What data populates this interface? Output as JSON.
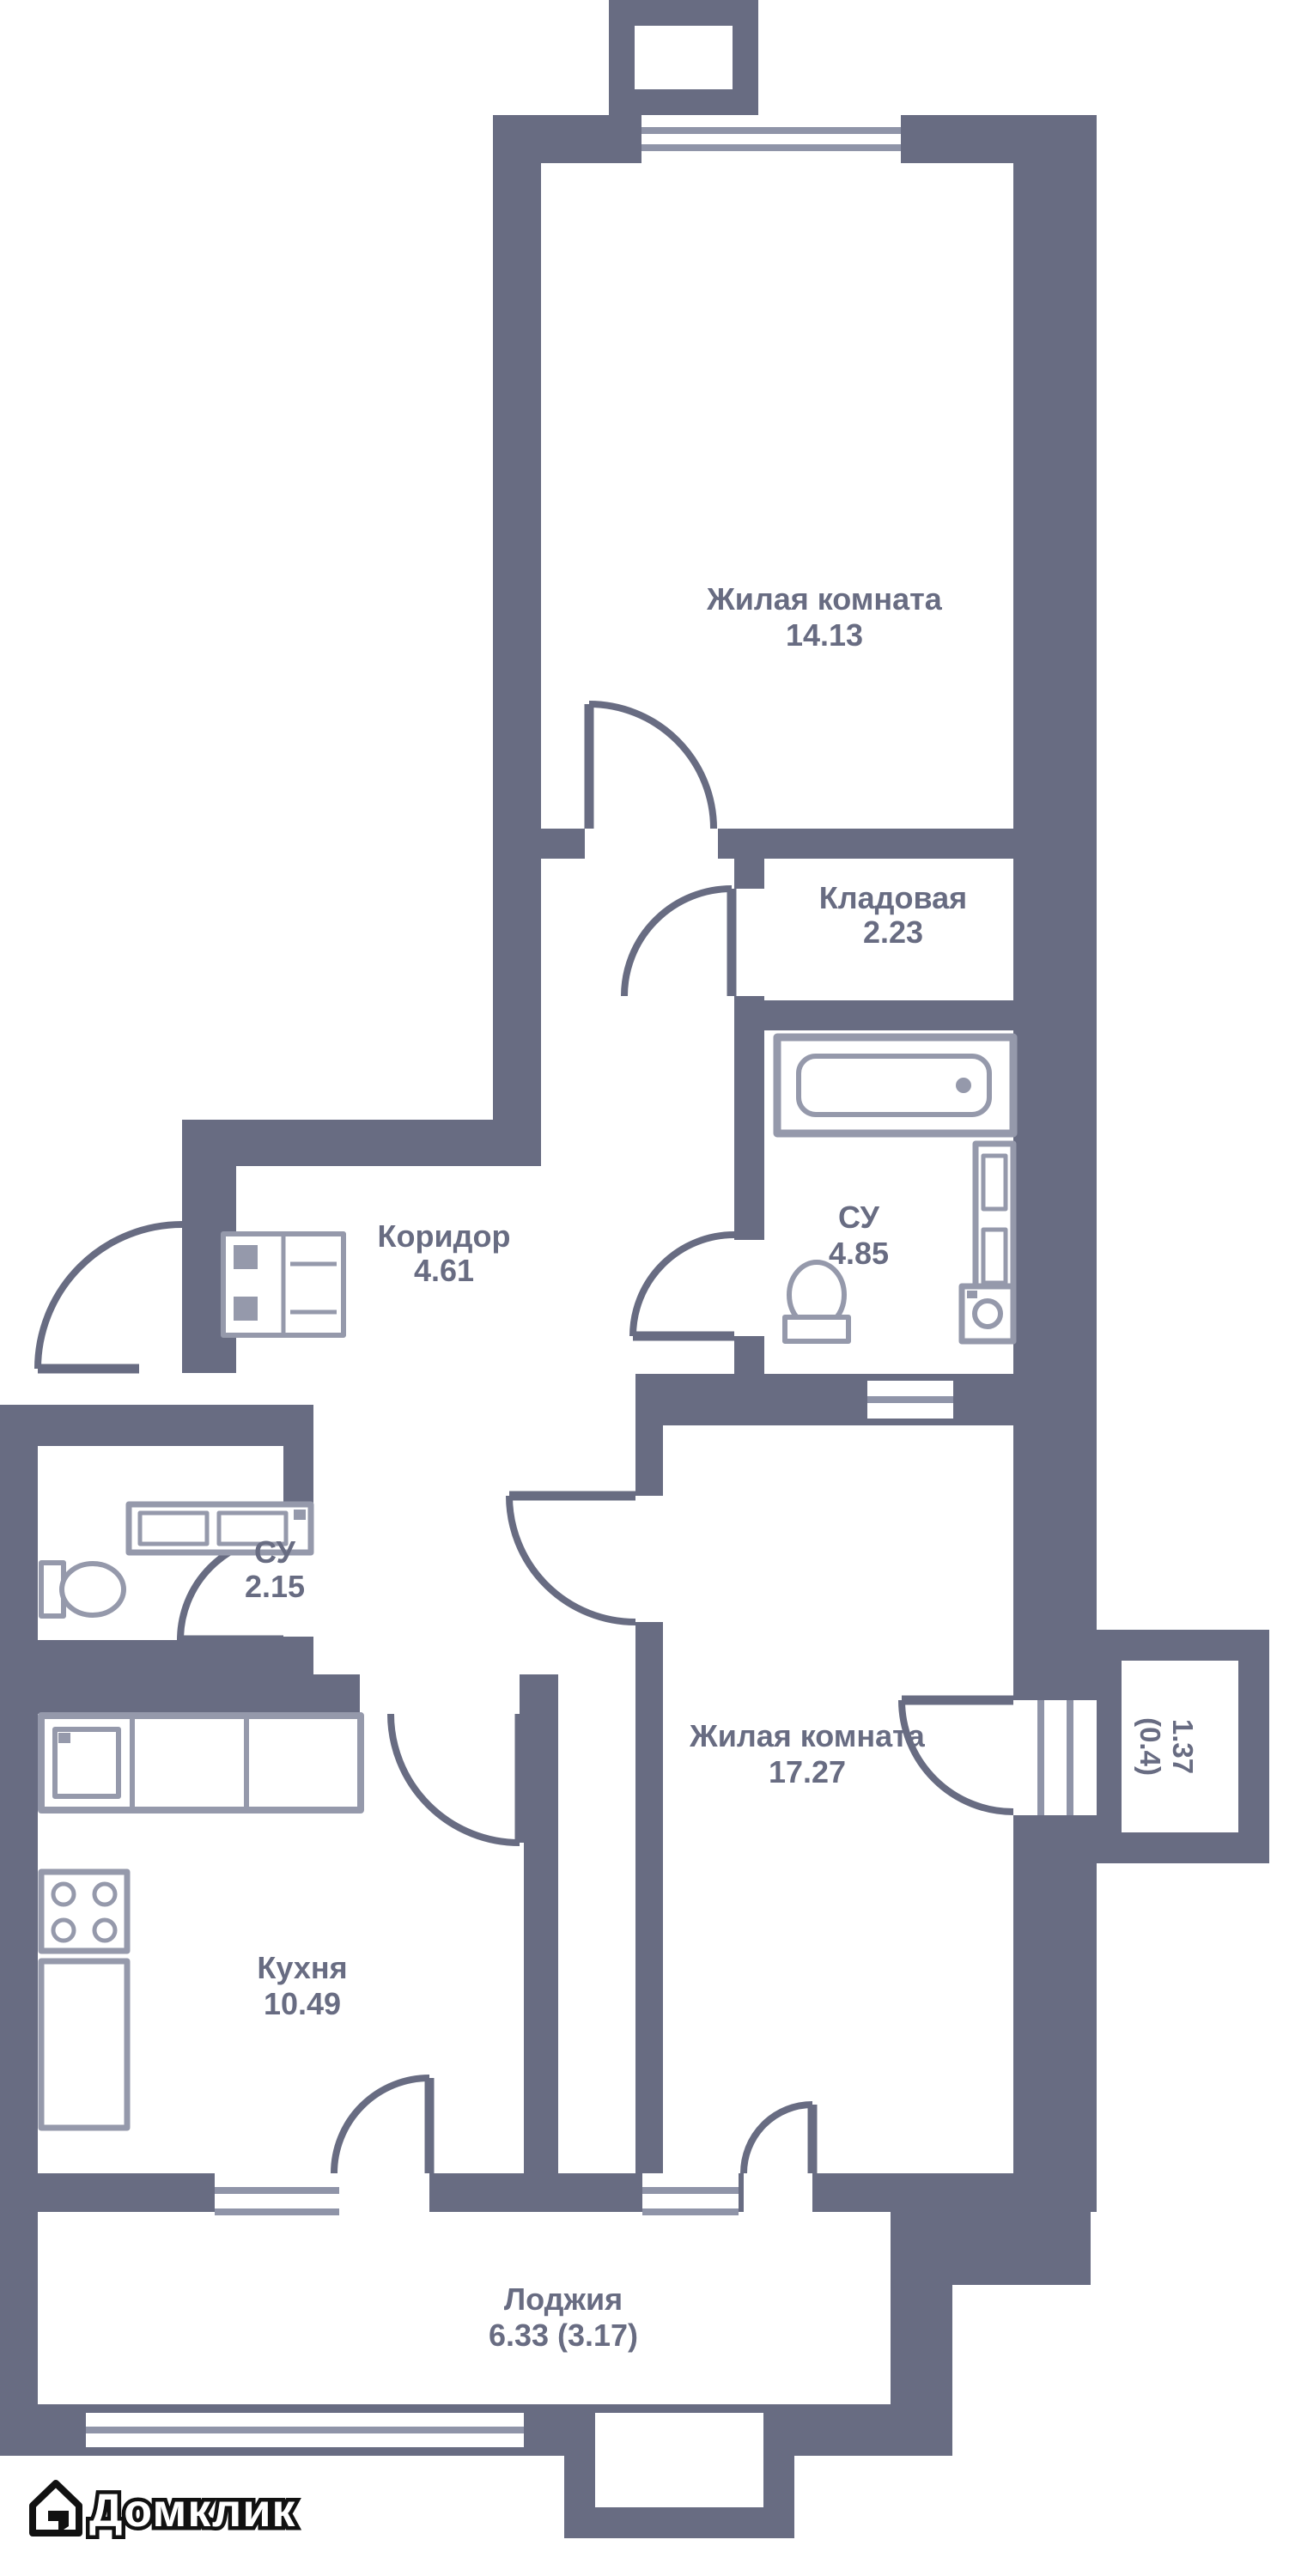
{
  "colors": {
    "wall": "#686c82",
    "fixture": "#9599ab",
    "text": "#686c82",
    "background": "#ffffff",
    "logo_fill": "#ffffff",
    "logo_outline": "#111111"
  },
  "rooms": {
    "bedroom": {
      "name": "Жилая комната",
      "area": "14.13"
    },
    "storage": {
      "name": "Кладовая",
      "area": "2.23"
    },
    "bathroom": {
      "name": "СУ",
      "area": "4.85"
    },
    "corridor": {
      "name": "Коридор",
      "area": "4.61"
    },
    "wc": {
      "name": "СУ",
      "area": "2.15"
    },
    "living": {
      "name": "Жилая комната",
      "area": "17.27"
    },
    "kitchen": {
      "name": "Кухня",
      "area": "10.49"
    },
    "loggia": {
      "name": "Лоджия",
      "area": "6.33 (3.17)"
    },
    "balcony": {
      "area_main": "1.37",
      "area_coeff": "(0.4)"
    }
  },
  "logo": {
    "text": "Домклик"
  }
}
